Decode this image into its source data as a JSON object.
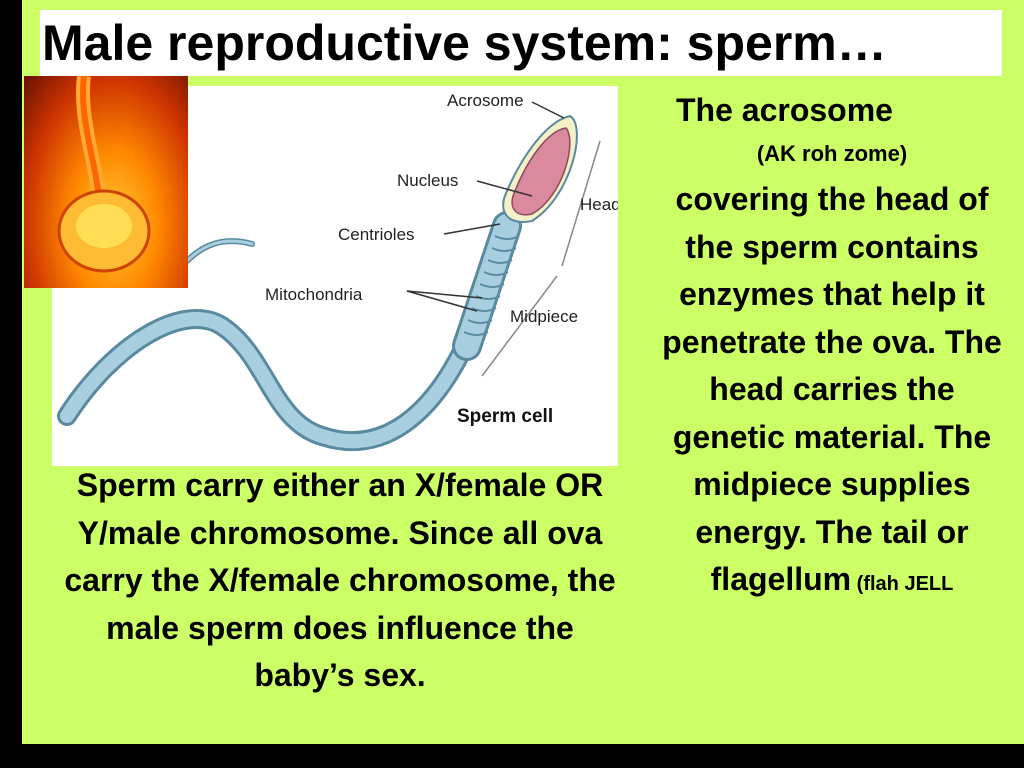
{
  "slide": {
    "title": "Male reproductive system: sperm…",
    "diagram": {
      "labels": {
        "acrosome": "Acrosome",
        "nucleus": "Nucleus",
        "head": "Head",
        "centrioles": "Centrioles",
        "mitochondria": "Mitochondria",
        "midpiece": "Midpiece",
        "sperm_cell": "Sperm cell"
      }
    },
    "right_text": {
      "heading": "The acrosome",
      "pronunciation": "(AK roh zome)",
      "body": "covering the head of the sperm contains enzymes that help it penetrate the ova. The head carries the genetic material. The midpiece supplies energy. The tail or flagellum",
      "flagellum_pron": " (flah JELL"
    },
    "bottom_text": "Sperm carry either an X/female OR  Y/male chromosome. Since all ova carry the X/female chromosome, the male sperm does influence the baby’s sex.",
    "colors": {
      "background": "#ccff66",
      "frame": "#000000",
      "sperm_body": "#a8cfe0",
      "sperm_head": "#d98a9e"
    }
  }
}
